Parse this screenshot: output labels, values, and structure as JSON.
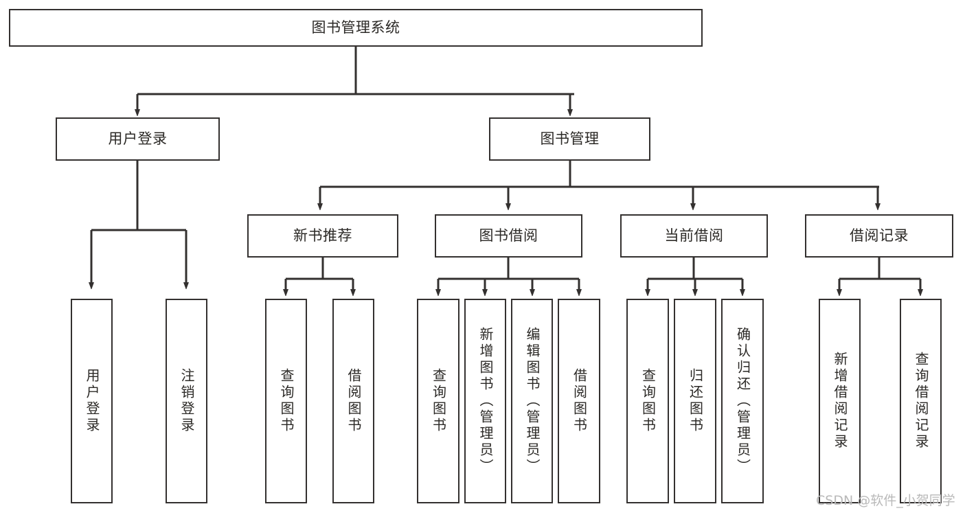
{
  "diagram": {
    "title": "图书管理系统",
    "type": "tree",
    "watermark": "CSDN @软件_小贺同学",
    "colors": {
      "stroke": "#33302f",
      "text": "#2b2926",
      "background": "#ffffff",
      "watermark": "#b9b9b9"
    },
    "root": {
      "label": "图书管理系统"
    },
    "level2": [
      {
        "label": "用户登录"
      },
      {
        "label": "图书管理"
      }
    ],
    "level3": [
      {
        "label": "新书推荐"
      },
      {
        "label": "图书借阅"
      },
      {
        "label": "当前借阅"
      },
      {
        "label": "借阅记录"
      }
    ],
    "leaves": {
      "user_login": [
        {
          "label": "用户登录"
        },
        {
          "label": "注销登录"
        }
      ],
      "new_book": [
        {
          "label": "查询图书"
        },
        {
          "label": "借阅图书"
        }
      ],
      "book_borrow": [
        {
          "label": "查询图书"
        },
        {
          "label": "新增图书（管理员）"
        },
        {
          "label": "编辑图书（管理员）"
        },
        {
          "label": "借阅图书"
        }
      ],
      "current_borrow": [
        {
          "label": "查询图书"
        },
        {
          "label": "归还图书"
        },
        {
          "label": "确认归还（管理员）"
        }
      ],
      "borrow_record": [
        {
          "label": "新增借阅记录"
        },
        {
          "label": "查询借阅记录"
        }
      ]
    }
  }
}
